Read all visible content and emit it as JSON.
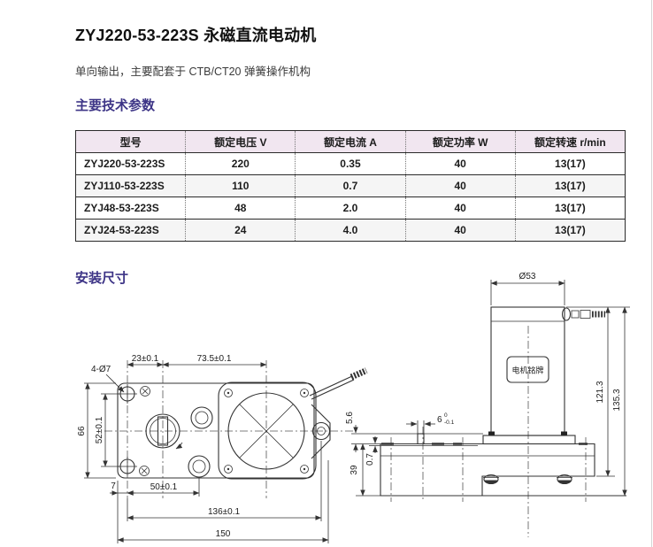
{
  "page": {
    "title": "ZYJ220-53-223S 永磁直流电动机",
    "subtitle": "单向输出，主要配套于 CTB/CT20 弹簧操作机构"
  },
  "sections": {
    "tech_params_heading": "主要技术参数",
    "dimensions_heading": "安装尺寸"
  },
  "table": {
    "headers": [
      "型号",
      "额定电压 V",
      "额定电流 A",
      "额定功率 W",
      "额定转速 r/min"
    ],
    "rows": [
      [
        "ZYJ220-53-223S",
        "220",
        "0.35",
        "40",
        "13(17)"
      ],
      [
        "ZYJ110-53-223S",
        "110",
        "0.7",
        "40",
        "13(17)"
      ],
      [
        "ZYJ48-53-223S",
        "48",
        "2.0",
        "40",
        "13(17)"
      ],
      [
        "ZYJ24-53-223S",
        "24",
        "4.0",
        "40",
        "13(17)"
      ]
    ]
  },
  "drawings": {
    "top_view": {
      "hole_callout": "4-Ø7",
      "dim_top_left": "23±0.1",
      "dim_top_right": "73.5±0.1",
      "dim_height": "66",
      "dim_hole_spacing_v": "52±0.1",
      "dim_edge_offset": "7",
      "dim_hole_spacing_h": "50±0.1",
      "dim_mount_span": "136±0.1",
      "dim_total_width": "150"
    },
    "side_view": {
      "dim_diameter": "Ø53",
      "nameplate_label": "电机铭牌",
      "dim_motor_height": "121.3",
      "dim_total_height": "135.3",
      "dim_flange": "5.6",
      "dim_plate": "0.7",
      "dim_base_height": "39",
      "dim_shaft": "6",
      "dim_shaft_tol_upper": "0",
      "dim_shaft_tol_lower": "-0.1"
    }
  },
  "colors": {
    "heading": "#3d3486",
    "table_header_bg": "#f1e6f0",
    "row_alt_bg": "#f5f5f5",
    "table_border": "#2b2b2b",
    "drawing_line": "#333333"
  }
}
